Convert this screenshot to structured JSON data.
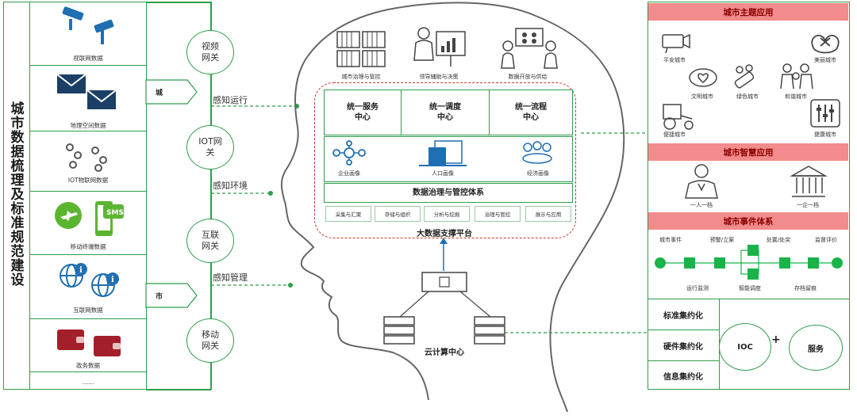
{
  "left_title": "城市数据梳理及标准规范建设",
  "sources": [
    {
      "label": "视联网数据",
      "icon": "surveillance-camera-icon"
    },
    {
      "label": "地理空间数据",
      "icon": "envelope-icon"
    },
    {
      "label": "IOT物联网数据",
      "icon": "chain-link-icon"
    },
    {
      "label": "移动终端数据",
      "icon": "airplane-sms-phone-icon"
    },
    {
      "label": "互联网数据",
      "icon": "globe-info-icon"
    },
    {
      "label": "政务数据",
      "icon": "wallet-icon"
    }
  ],
  "sources_more": "……",
  "gateways": [
    {
      "label": "视频\n网关"
    },
    {
      "label": "IOT网\n关"
    },
    {
      "label": "互联\n网关"
    },
    {
      "label": "移动\n网关"
    }
  ],
  "arrow_labels": {
    "city": "城",
    "municipal": "市"
  },
  "sense_labels": [
    "感知运行",
    "感知环境",
    "感知管理"
  ],
  "top_icons": [
    {
      "label": "城市治理与管控",
      "icon": "building-grid-icon"
    },
    {
      "label": "领导辅助与决策",
      "icon": "presenter-board-icon"
    },
    {
      "label": "数据开放与供给",
      "icon": "video-conference-icon"
    }
  ],
  "platform": {
    "centers": [
      "统一服务\n中心",
      "统一调度\n中心",
      "统一流程\n中心"
    ],
    "portraits": [
      {
        "label": "企业画像",
        "icon": "network-nodes-icon"
      },
      {
        "label": "人口画像",
        "icon": "document-stack-icon"
      },
      {
        "label": "经济画像",
        "icon": "meeting-group-icon"
      }
    ],
    "governance": "数据治理与管控体系",
    "tools": [
      "采集与汇聚",
      "存储与组织",
      "分析与挖掘",
      "治理与管控",
      "展示与应用"
    ],
    "title": "大数据支撑平台"
  },
  "cloud": {
    "label": "云计算中心"
  },
  "right": {
    "theme_header": "城市主题应用",
    "theme_items": [
      "平安城市",
      "美丽城市",
      "文明城市",
      "绿色城市",
      "和谐城市",
      "便捷城市",
      "健康城市"
    ],
    "smart_header": "城市智慧应用",
    "smart_items": [
      "一人一档",
      "一企一档"
    ],
    "event_header": "城市事件体系",
    "event_top": [
      "城市事件",
      "预警/立案",
      "处置/处突",
      "监督评价"
    ],
    "event_bottom": [
      "运行监测",
      "智能调度",
      "存档留痕"
    ],
    "intensify": [
      "标准集约化",
      "硬件集约化",
      "信息集约化"
    ],
    "ioc": "IOC",
    "plus": "+",
    "service": "服务"
  },
  "colors": {
    "green": "#2e9d4a",
    "header_bg": "#f28b8b",
    "header_text": "#8b0000",
    "blue_icon": "#1f6fb2",
    "dashed_red": "#c0392b"
  }
}
